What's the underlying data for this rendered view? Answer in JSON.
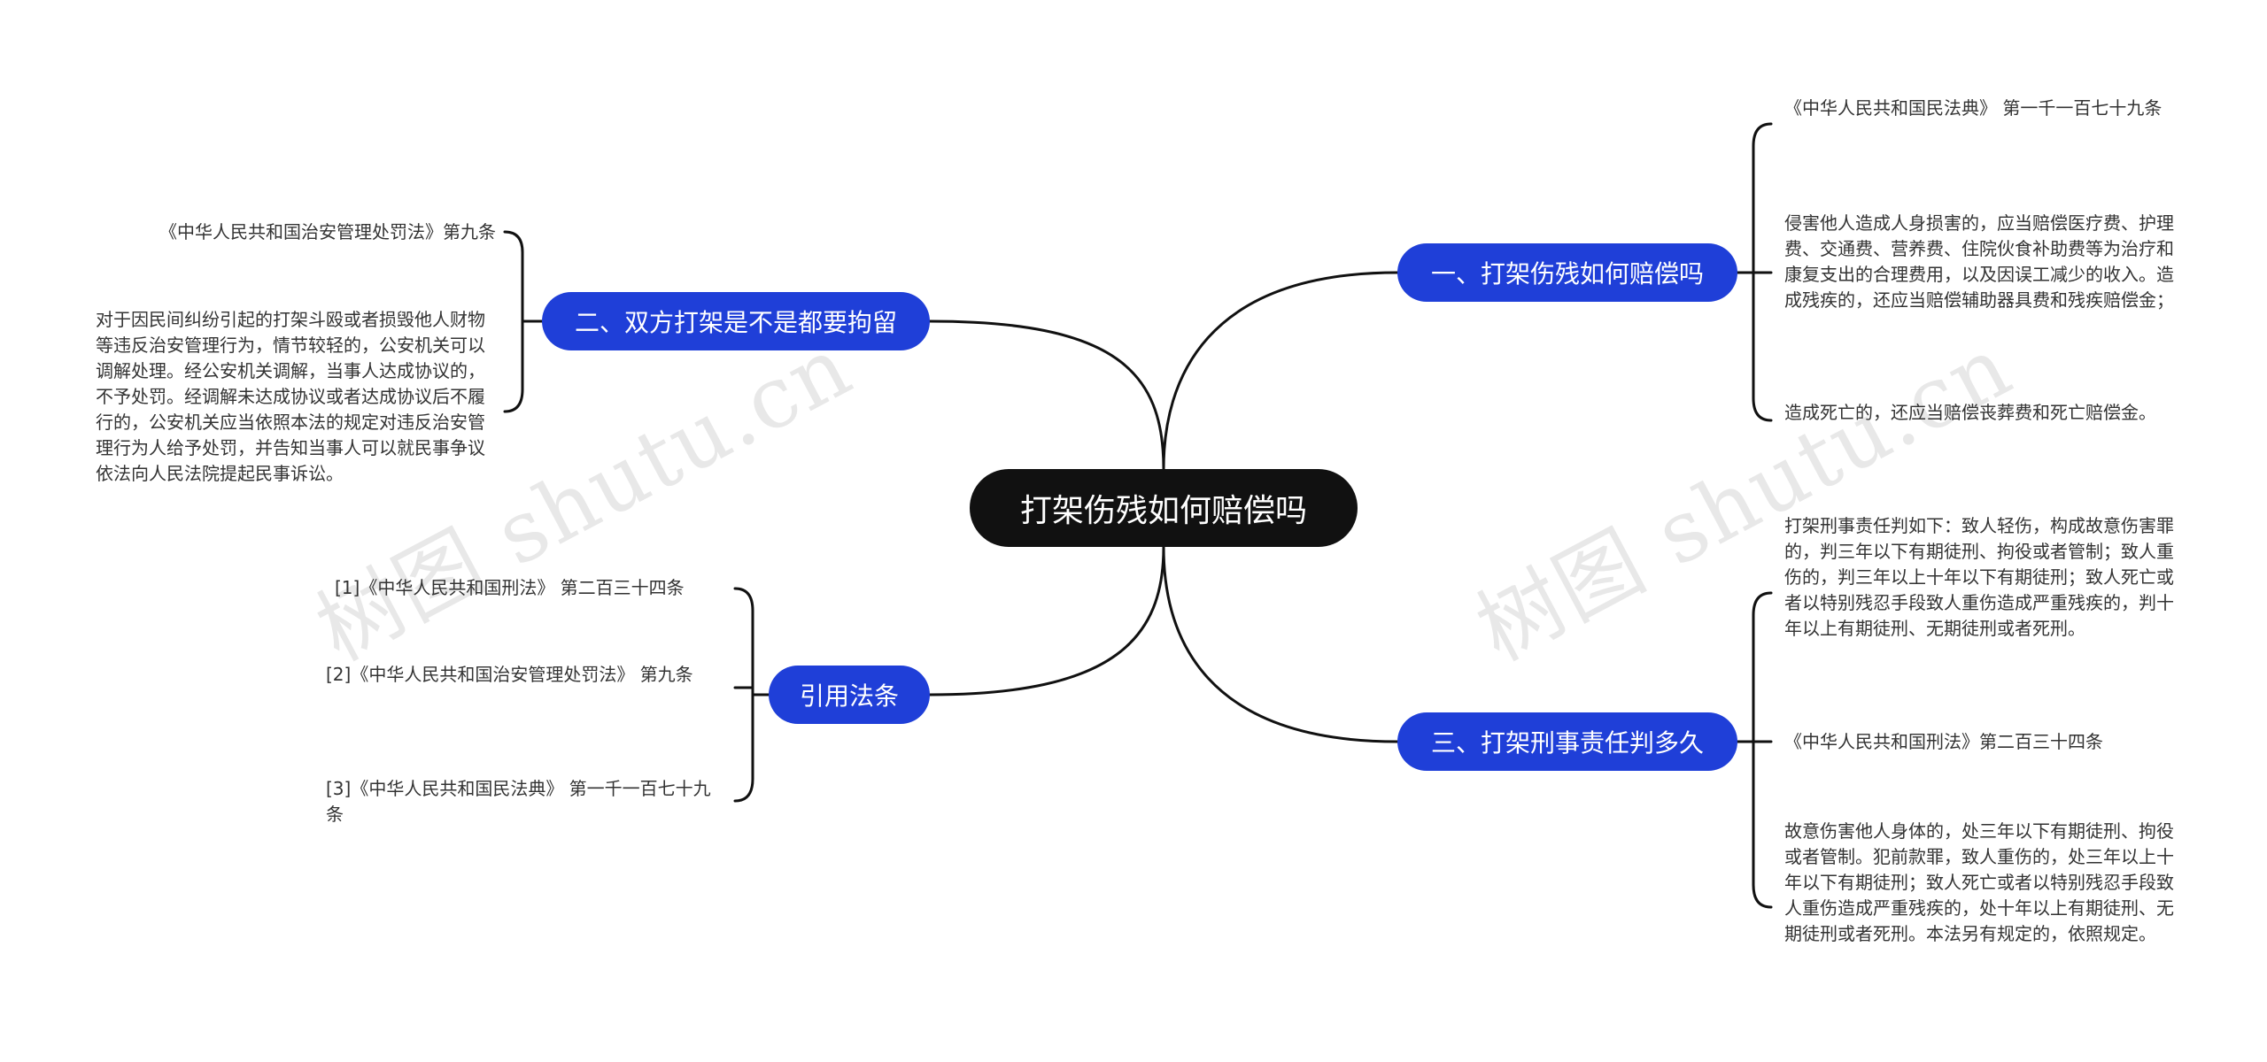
{
  "watermark": "树图 shutu.cn",
  "root": {
    "label": "打架伤残如何赔偿吗"
  },
  "branches": [
    {
      "label": "一、打架伤残如何赔偿吗",
      "leaves": [
        "《中华人民共和国民法典》 第一千一百七十九条",
        "侵害他人造成人身损害的，应当赔偿医疗费、护理费、交通费、营养费、住院伙食补助费等为治疗和康复支出的合理费用，以及因误工减少的收入。造成残疾的，还应当赔偿辅助器具费和残疾赔偿金；",
        "造成死亡的，还应当赔偿丧葬费和死亡赔偿金。"
      ]
    },
    {
      "label": "二、双方打架是不是都要拘留",
      "leaves": [
        "《中华人民共和国治安管理处罚法》第九条",
        "对于因民间纠纷引起的打架斗殴或者损毁他人财物等违反治安管理行为，情节较轻的，公安机关可以调解处理。经公安机关调解，当事人达成协议的，不予处罚。经调解未达成协议或者达成协议后不履行的，公安机关应当依照本法的规定对违反治安管理行为人给予处罚，并告知当事人可以就民事争议依法向人民法院提起民事诉讼。"
      ]
    },
    {
      "label": "三、打架刑事责任判多久",
      "leaves": [
        "打架刑事责任判如下：致人轻伤，构成故意伤害罪的，判三年以下有期徒刑、拘役或者管制；致人重伤的，判三年以上十年以下有期徒刑；致人死亡或者以特别残忍手段致人重伤造成严重残疾的，判十年以上有期徒刑、无期徒刑或者死刑。",
        "《中华人民共和国刑法》第二百三十四条",
        "故意伤害他人身体的，处三年以下有期徒刑、拘役或者管制。犯前款罪，致人重伤的，处三年以上十年以下有期徒刑；致人死亡或者以特别残忍手段致人重伤造成严重残疾的，处十年以上有期徒刑、无期徒刑或者死刑。本法另有规定的，依照规定。"
      ]
    },
    {
      "label": "引用法条",
      "leaves": [
        "[1]《中华人民共和国刑法》 第二百三十四条",
        "[2]《中华人民共和国治安管理处罚法》 第九条",
        "[3]《中华人民共和国民法典》 第一千一百七十九条"
      ]
    }
  ]
}
